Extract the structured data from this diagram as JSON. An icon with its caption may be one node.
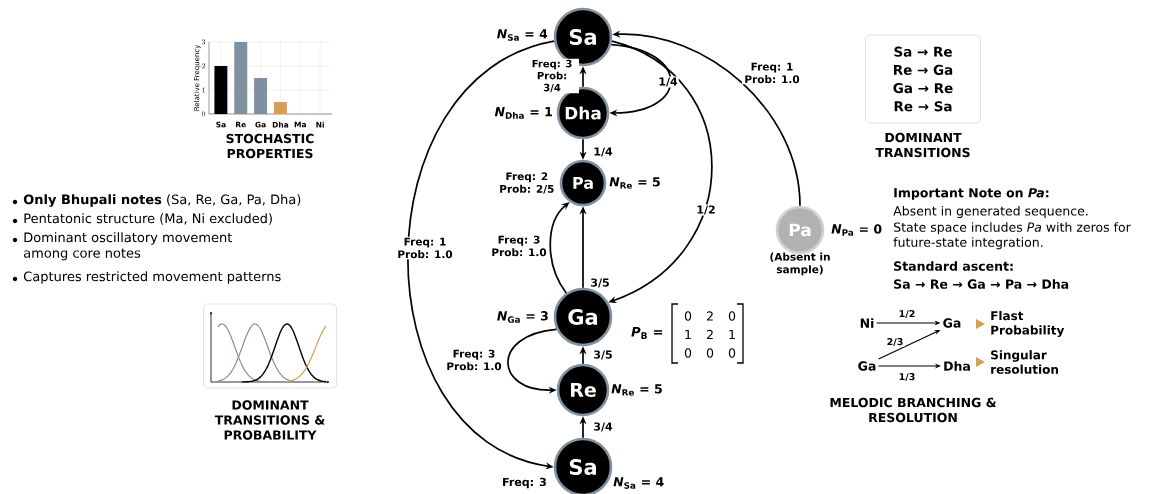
{
  "diagram": {
    "nodes": [
      {
        "text": [
          "Sa"
        ],
        "beside": [
          "*N*$_{Sa}$ = 4"
        ]
      },
      {
        "text": [
          "Dha"
        ],
        "beside": [
          "*N*$_{Dha}$ = 1"
        ]
      },
      {
        "text": [
          "Pa"
        ],
        "beside": [
          "Freq: 2 Prob: 2/5",
          "*N*$_{Re}$ = 5"
        ]
      },
      {
        "text": [
          "Ga"
        ],
        "beside": [
          "*N*$_{Ga}$ = 3"
        ]
      },
      {
        "text": [
          "Re"
        ],
        "beside": [
          "*N*$_{Re}$ = 5"
        ]
      },
      {
        "text": [
          "Sa"
        ],
        "beside": [
          "Freq: 3",
          "*N*$_{Sa}$ = 4"
        ]
      },
      {
        "text": [
          "Pa"
        ],
        "beside": [
          "*N*$_{Pa}$ = 0",
          "(Absent in sample)"
        ]
      },
      {
        "text": [
          "Sa → Re",
          "Re → Ga",
          "Ga → Re",
          "Re → Sa",
          "DOMINANT TRANSITIONS"
        ]
      },
      {
        "text": [
          "DOMINANT TRANSITIONS & PROBABILITY"
        ]
      },
      {
        "text": [
          "Ni"
        ]
      },
      {
        "text": [
          "Ga"
        ]
      },
      {
        "text": [
          "Ga"
        ]
      },
      {
        "text": [
          "Dha"
        ]
      }
    ],
    "edges": [
      {
        "from": 1,
        "to": 0,
        "arrow": "to",
        "label": "Freq: 3 Prob: 3/4"
      },
      {
        "from": 0,
        "to": 1,
        "arrow": "to",
        "label": "1/4"
      },
      {
        "from": 1,
        "to": 2,
        "arrow": "to",
        "label": "1/4"
      },
      {
        "from": 3,
        "to": 2,
        "arrow": "to",
        "label": "3/5"
      },
      {
        "from": 3,
        "to": 2,
        "arrow": "to",
        "label": "Freq: 3 Prob: 1.0"
      },
      {
        "from": 0,
        "to": 3,
        "arrow": "to",
        "label": "1/2"
      },
      {
        "from": 6,
        "to": 0,
        "arrow": "to",
        "label": "Freq: 1 Prob: 1.0"
      },
      {
        "from": 0,
        "to": 5,
        "arrow": "to",
        "label": "Freq: 1 Prob: 1.0"
      },
      {
        "from": 3,
        "to": 4,
        "arrow": "to",
        "label": "Freq: 3 Prob: 1.0"
      },
      {
        "from": 4,
        "to": 3,
        "arrow": "to",
        "label": "3/5"
      },
      {
        "from": 5,
        "to": 4,
        "arrow": "to",
        "label": "3/4"
      },
      {
        "from": 9,
        "to": 10,
        "arrow": "to",
        "label": "1/2"
      },
      {
        "from": 11,
        "to": 10,
        "arrow": "to",
        "label": "2/3"
      },
      {
        "from": 11,
        "to": 12,
        "arrow": "to",
        "label": "1/3"
      }
    ],
    "labels": [
      "**Only Bhupali notes** (Sa, Re, Ga, Pa, Dha)",
      "Pentatonic structure (Ma, Ni excluded)",
      "Dominant oscillatory movement among core notes",
      "Captures restricted movement patterns",
      "*P*$_{B}$ =",
      "0",
      "2",
      "0",
      "1",
      "2",
      "1",
      "0",
      "0",
      "0",
      "Important Note on *Pa*:",
      "Absent in generated sequence.",
      "State space includes *Pa* with zeros for future-state integration.",
      "Standard ascent:",
      "Sa → Re → Ga → Pa → Dha",
      "Flast Probability",
      "Singular resolution",
      "MELODIC BRANCHING & RESOLUTION"
    ],
    "chart_data": {
      "type": "bar",
      "title": "STOCHASTIC PROPERTIES",
      "ylabel": "Relative Frequency",
      "categories": [
        "Sa",
        "Re",
        "Ga",
        "Dha",
        "Ma",
        "Ni"
      ],
      "values": [
        2,
        3,
        1.5,
        0.5,
        0,
        0
      ],
      "ylim": [
        0,
        3
      ],
      "yticks": [
        0,
        1,
        2,
        3
      ],
      "grid": true
    }
  }
}
